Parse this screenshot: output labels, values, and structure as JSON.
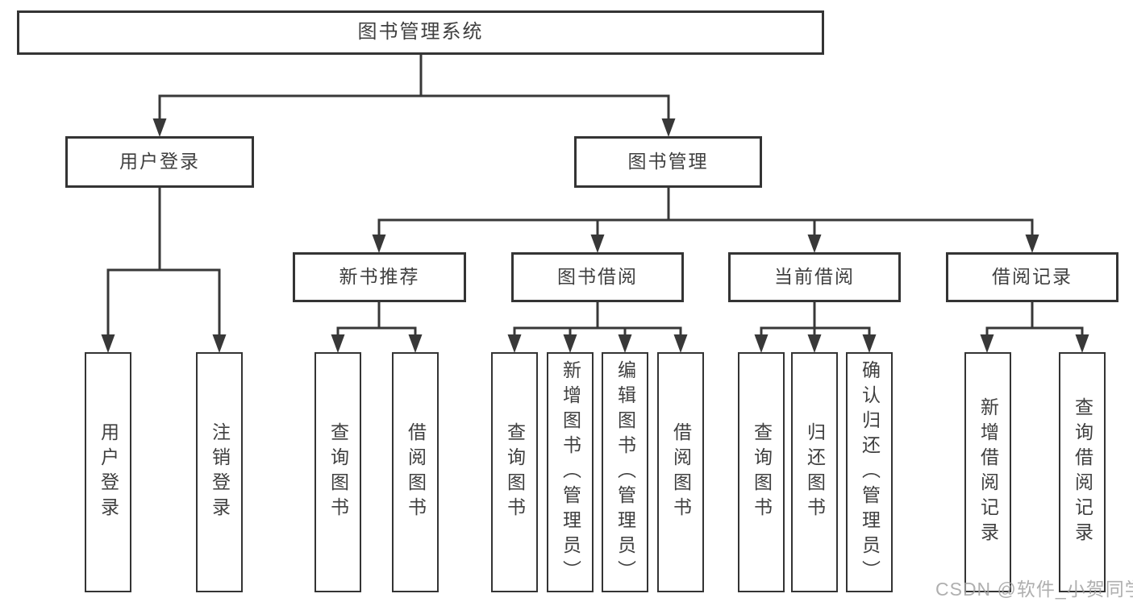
{
  "colors": {
    "ink": "#383838",
    "background": "#ffffff",
    "watermark_gray": "#9e9e9e"
  },
  "watermark": "CSDN @软件_小贺同学",
  "tree": {
    "label": "图书管理系统",
    "children": [
      {
        "label": "用户登录",
        "children": [
          {
            "label": "用户登录"
          },
          {
            "label": "注销登录"
          }
        ]
      },
      {
        "label": "图书管理",
        "children": [
          {
            "label": "新书推荐",
            "children": [
              {
                "label": "查询图书"
              },
              {
                "label": "借阅图书"
              }
            ]
          },
          {
            "label": "图书借阅",
            "children": [
              {
                "label": "查询图书"
              },
              {
                "label": "新增图书（管理员）"
              },
              {
                "label": "编辑图书（管理员）"
              },
              {
                "label": "借阅图书"
              }
            ]
          },
          {
            "label": "当前借阅",
            "children": [
              {
                "label": "查询图书"
              },
              {
                "label": "归还图书"
              },
              {
                "label": "确认归还（管理员）"
              }
            ]
          },
          {
            "label": "借阅记录",
            "children": [
              {
                "label": "新增借阅记录"
              },
              {
                "label": "查询借阅记录"
              }
            ]
          }
        ]
      }
    ]
  }
}
